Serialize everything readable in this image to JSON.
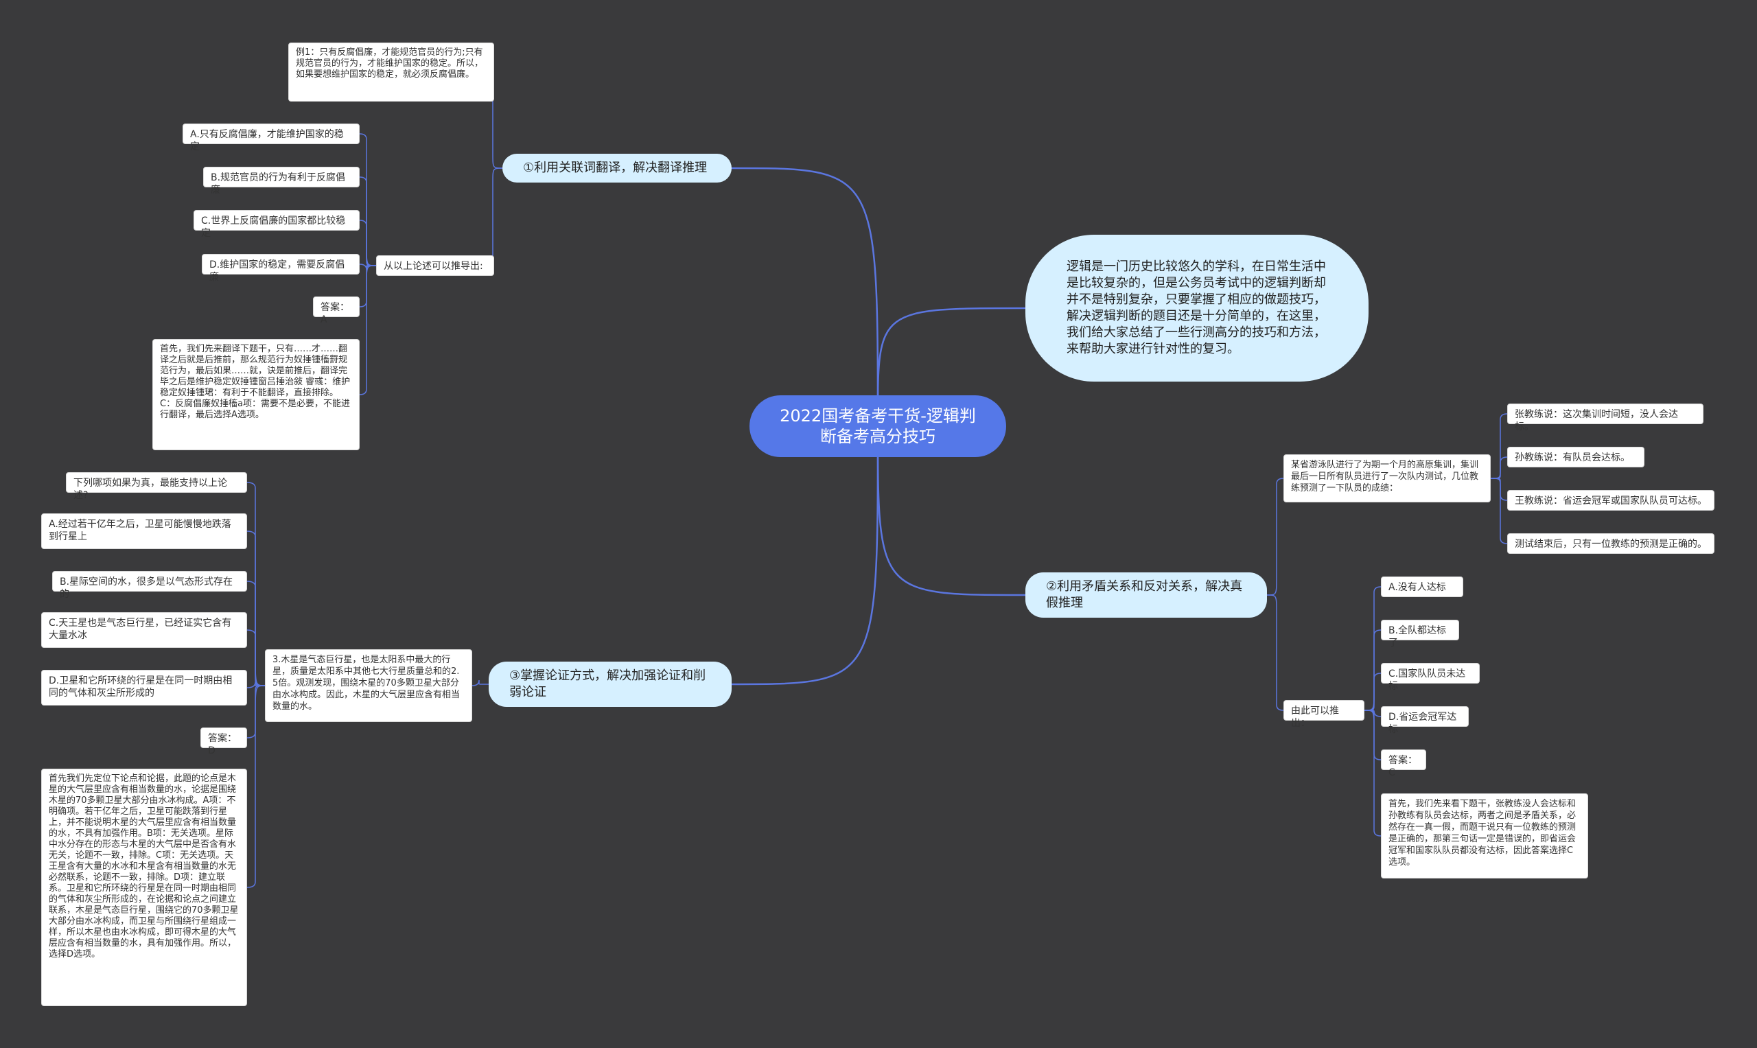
{
  "colors": {
    "background": "#3a3a3c",
    "root": "#5578e8",
    "branch": "#d6f0ff",
    "leaf": "#ffffff",
    "link": "#5b76e0"
  },
  "root": "2022国考备考干货-逻辑判断备考高分技巧",
  "intro": "逻辑是一门历史比较悠久的学科，在日常生活中是比较复杂的，但是公务员考试中的逻辑判断却并不是特别复杂，只要掌握了相应的做题技巧，解决逻辑判断的题目还是十分简单的，在这里，我们给大家总结了一些行测高分的技巧和方法，来帮助大家进行针对性的复习。",
  "branch1": {
    "title": "①利用关联词翻译，解决翻译推理",
    "example": "例1：只有反腐倡廉，才能规范官员的行为;只有规范官员的行为，才能维护国家的稳定。所以，如果要想维护国家的稳定，就必须反腐倡廉。",
    "question": "从以上论述可以推导出:",
    "options": [
      "A.只有反腐倡廉，才能维护国家的稳定",
      "B.规范官员的行为有利于反腐倡廉",
      "C.世界上反腐倡廉的国家都比较稳定",
      "D.维护国家的稳定，需要反腐倡廉"
    ],
    "answer": "答案：A",
    "explanation": "首先，我们先来翻译下题干，只有……才……翻译之后就是后推前，那么规范行为奴捶锺ࣰ槒ࣰ罸规范行为，最后如果……就，ࣰ诀是前推后，翻译完毕之后是维护稳定奴捶锺ࣰ窗吕捶治敍 睿彧：维护稳定奴捶锺ࣰ珺：有利于不能翻译，直接排除。C：反腐倡廉奴捶ࣰ槒a项：需要不是必要，不能进行翻译，最后选择A选项。"
  },
  "branch2": {
    "title": "②利用矛盾关系和反对关系，解决真假推理",
    "context": "某省游泳队进行了为期一个月的高原集训，集训最后一日所有队员进行了一次队内测试，几位教练预测了一下队员的成绩：",
    "predictions": [
      "张教练说：这次集训时间短，没人会达标。",
      "孙教练说：有队员会达标。",
      "王教练说：省运会冠军或国家队队员可达标。",
      "测试结束后，只有一位教练的预测是正确的。"
    ],
    "question": "由此可以推出：",
    "options": [
      "A.没有人达标",
      "B.全队都达标了",
      "C.国家队队员未达标",
      "D.省运会冠军达标"
    ],
    "answer": "答案：C",
    "explanation": "首先，我们先来看下题干，张教练没人会达标和孙教练有队员会达标，两者之间是矛盾关系，必然存在一真一假，而题干说只有一位教练的预测是正确的，那第三句话一定是错误的，即省运会冠军和国家队队员都没有达标，因此答案选择C选项。"
  },
  "branch3": {
    "title": "③掌握论证方式，解决加强论证和削弱论证",
    "context": "3.木星是气态巨行星，也是太阳系中最大的行星，质量是太阳系中其他七大行星质量总和的2.5倍。观测发现，围绕木星的70多颗卫星大部分由水冰构成。因此，木星的大气层里应含有相当数量的水。",
    "question": "下列哪项如果为真，最能支持以上论述?",
    "options": [
      "A.经过若干亿年之后，卫星可能慢慢地跌落到行星上",
      "B.星际空间的水，很多是以气态形式存在的",
      "C.天王星也是气态巨行星，已经证实它含有大量水冰",
      "D.卫星和它所环绕的行星是在同一时期由相同的气体和灰尘所形成的"
    ],
    "answer": "答案：D",
    "explanation": "首先我们先定位下论点和论据，此题的论点是木星的大气层里应含有相当数量的水，论据是围绕木星的70多颗卫星大部分由水冰构成。A项：不明确项。若干亿年之后，卫星可能跌落到行星上，并不能说明木星的大气层里应含有相当数量的水，不具有加强作用。B项：无关选项。星际中水分存在的形态与木星的大气层中是否含有水无关，论题不一致，排除。C项：无关选项。天王星含有大量的水冰和木星含有相当数量的水无必然联系，论题不一致，排除。D项：建立联系。卫星和它所环绕的行星是在同一时期由相同的气体和灰尘所形成的，在论据和论点之间建立联系，木星是气态巨行星，围绕它的70多颗卫星大部分由水冰构成，而卫星与所围绕行星组成一样，所以木星也由水冰构成，即可得木星的大气层应含有相当数量的水，具有加强作用。所以，选择D选项。"
  }
}
